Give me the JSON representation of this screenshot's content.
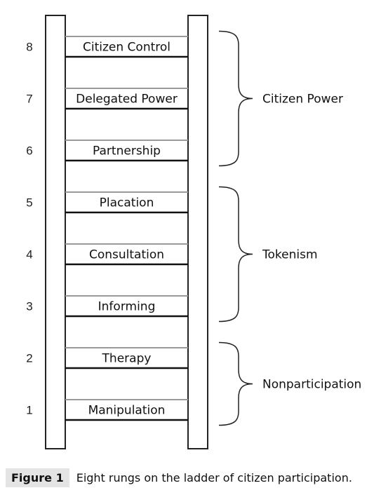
{
  "rungs": [
    {
      "number": "8",
      "label": "Citizen Control"
    },
    {
      "number": "7",
      "label": "Delegated Power"
    },
    {
      "number": "6",
      "label": "Partnership"
    },
    {
      "number": "5",
      "label": "Placation"
    },
    {
      "number": "4",
      "label": "Consultation"
    },
    {
      "number": "3",
      "label": "Informing"
    },
    {
      "number": "2",
      "label": "Therapy"
    },
    {
      "number": "1",
      "label": "Manipulation"
    }
  ],
  "groups": [
    {
      "label": "Citizen Power",
      "rungs": [
        "8",
        "7",
        "6"
      ]
    },
    {
      "label": "Tokenism",
      "rungs": [
        "5",
        "4",
        "3"
      ]
    },
    {
      "label": "Nonparticipation",
      "rungs": [
        "2",
        "1"
      ]
    }
  ],
  "caption": {
    "label": "Figure 1",
    "text": "Eight rungs on the ladder of citizen participation."
  }
}
